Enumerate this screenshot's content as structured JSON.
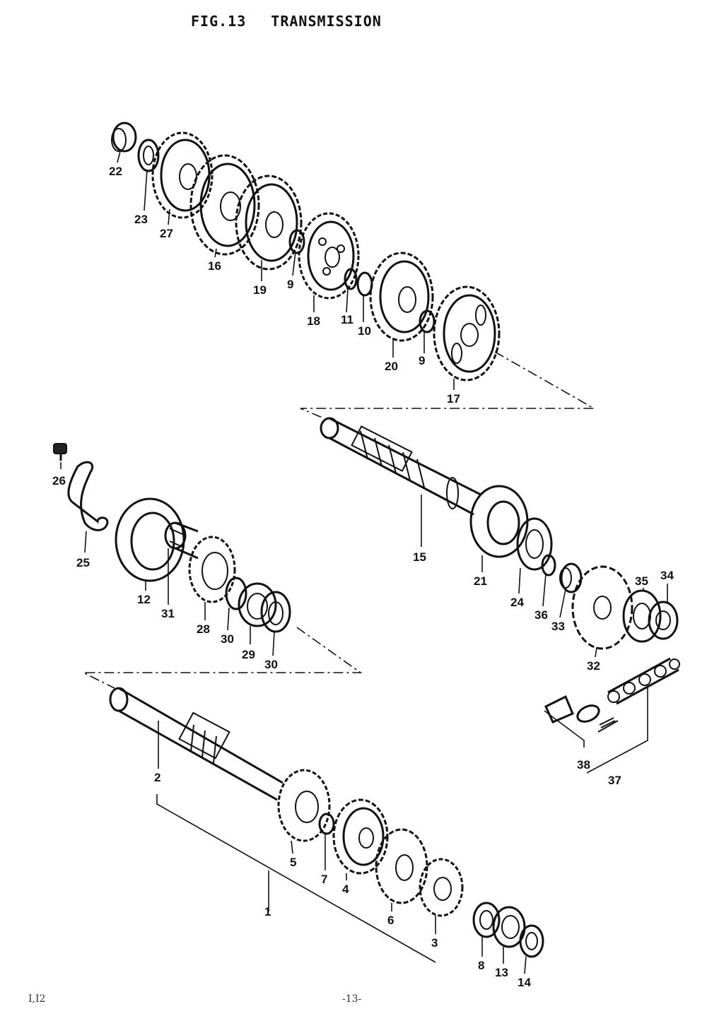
{
  "header": {
    "fig_label": "FIG.13",
    "title": "TRANSMISSION"
  },
  "footer": {
    "left_code": "I,I2",
    "page_number": "-13-"
  },
  "callouts": {
    "c1": "1",
    "c2": "2",
    "c3": "3",
    "c4": "4",
    "c5": "5",
    "c6": "6",
    "c7": "7",
    "c8": "8",
    "c9a": "9",
    "c9b": "9",
    "c10": "10",
    "c11": "11",
    "c12": "12",
    "c13": "13",
    "c14": "14",
    "c15": "15",
    "c16": "16",
    "c17": "17",
    "c18": "18",
    "c19": "19",
    "c20": "20",
    "c21": "21",
    "c22": "22",
    "c23": "23",
    "c24": "24",
    "c25": "25",
    "c26": "26",
    "c27": "27",
    "c28": "28",
    "c29": "29",
    "c30a": "30",
    "c30b": "30",
    "c31": "31",
    "c32": "32",
    "c33": "33",
    "c34": "34",
    "c35": "35",
    "c36": "36",
    "c37": "37",
    "c38": "38"
  }
}
